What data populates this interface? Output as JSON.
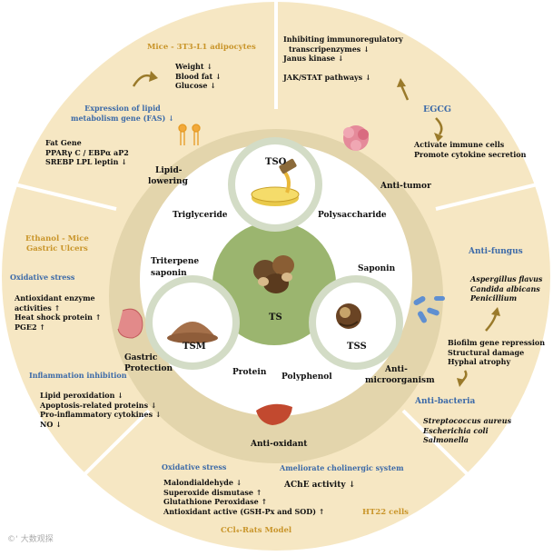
{
  "center": {
    "ts": "TS",
    "tso": "TSO",
    "tsm": "TSM",
    "tss": "TSS"
  },
  "components": {
    "triglyceride": "Triglyceride",
    "polysaccharide": "Polysaccharide",
    "saponin": "Saponin",
    "polyphenol": "Polyphenol",
    "protein": "Protein",
    "triterpene_1": "Triterpene",
    "triterpene_2": "saponin"
  },
  "sections": {
    "lipid_1": "Lipid-",
    "lipid_2": "lowering",
    "antitumor": "Anti-tumor",
    "antimicro_1": "Anti-",
    "antimicro_2": "microorganism",
    "antioxidant": "Anti-oxidant",
    "gastric_1": "Gastric",
    "gastric_2": "Protection"
  },
  "lipid_panel": {
    "title": "Mice - 3T3-L1 adipocytes",
    "effects": [
      "Weight ↓",
      "Blood fat ↓",
      "Glucose ↓"
    ],
    "expr_1": "Expression of lipid",
    "expr_2": "metabolism gene (FAS) ↓",
    "genes": [
      "Fat Gene",
      "PPARγ  C / EBPα  aP2",
      "SREBP  LPL leptin ↓"
    ]
  },
  "tumor_panel": {
    "lines": [
      "Inhibiting immunoregulatory",
      "transcripenzymes ↓",
      "Janus kinase ↓",
      "",
      "JAK/STAT pathways ↓"
    ],
    "egcg": "EGCG",
    "immune": [
      "Activate immune cells",
      "Promote cytokine secretion"
    ]
  },
  "fungus_panel": {
    "title": "Anti-fungus",
    "species": [
      "Aspergillus flavus",
      "Candida albicans",
      "Penicillium"
    ],
    "effects": [
      "Biofilm gene repression",
      "Structural damage",
      "Hyphal atrophy"
    ],
    "bacteria_title": "Anti-bacteria",
    "bacteria": [
      "Streptococcus aureus",
      "Escherichia coli",
      "Salmonella"
    ]
  },
  "oxidant_panel": {
    "ox_title": "Oxidative stress",
    "ox_items": [
      "Malondialdehyde ↓",
      "Superoxide dismutase ↑",
      "Glutathione Peroxidase ↑",
      "Antioxidant active  (GSH-Px and SOD) ↑"
    ],
    "model": "CCl₄-Rats Model",
    "ache_title": "Ameliorate cholinergic system",
    "ache": "AChE activity ↓",
    "ht22": "HT22 cells"
  },
  "gastric_panel": {
    "title_1": "Ethanol - Mice",
    "title_2": "Gastric Ulcers",
    "ox_title": "Oxidative stress",
    "ox_items": [
      "Antioxidant enzyme",
      "activities ↑",
      "Heat shock protein ↑",
      "PGE2 ↑"
    ],
    "inf_title": "Inflammation inhibition",
    "inf_items": [
      "Lipid peroxidation ↓",
      "Apoptosis-related proteins ↓",
      "Pro-inflammatory cytokines ↓",
      "NO ↓"
    ]
  },
  "watermark": "©‘ 大数观探",
  "colors": {
    "outer_ring": "#f6e7c3",
    "mid_ring": "#e3d5ac",
    "inner_white": "#ffffff",
    "center_green": "#9bb56f",
    "circle_rim": "#d3dcc6",
    "gold_text": "#c9952a",
    "blue_text": "#3c6aa8"
  }
}
